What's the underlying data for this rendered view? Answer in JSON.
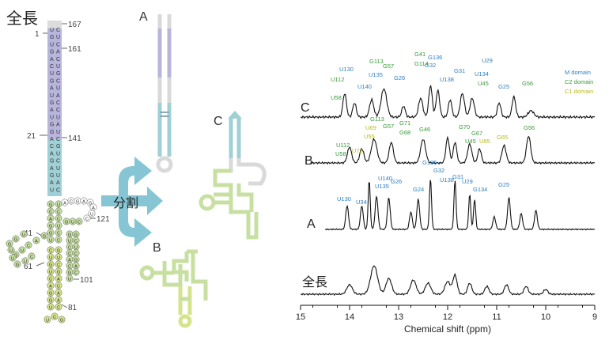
{
  "left_panel": {
    "title": "全長",
    "split_label": "分割",
    "fragment_labels": [
      "A",
      "B",
      "C"
    ],
    "position_markers": [
      "1",
      "167",
      "161",
      "21",
      "141",
      "121",
      "41",
      "61",
      "101",
      "81"
    ],
    "stem_seq_left": "UGUGACUGAUGAUGGACAGAGAU",
    "stem_seq_right": "CUCACUGCUACCUAUCGUCUUAC",
    "loop_seq": "ACGAGAUCCUGGUCCACGUGCUCGACUGUGGUUGUCCGUUGCUGCA",
    "colors": {
      "m_domain": "#b7b5dc",
      "c2_domain": "#9fd0d6",
      "c1_domain": "#c7e0a2",
      "c1b_domain": "#d5e48c",
      "gray_tip": "#d9d9d9",
      "arrow": "#86c6d4"
    }
  },
  "spectra_panel": {
    "x_axis_title": "Chemical shift (ppm)",
    "x_ticks": [
      "15",
      "14",
      "13",
      "12",
      "11",
      "10",
      "9"
    ],
    "spectrum_labels": [
      "C",
      "B",
      "A",
      "全長"
    ],
    "legend": [
      {
        "label": "M domain",
        "color": "#2f7fc1"
      },
      {
        "label": "C2 domain",
        "color": "#3a9a3a"
      },
      {
        "label": "C1 domain",
        "color": "#b8b820"
      }
    ],
    "peak_labels_C": [
      "U130",
      "U112",
      "U58",
      "U135",
      "U140",
      "G113",
      "G57",
      "G26",
      "G41",
      "G114",
      "G136",
      "G32",
      "U138",
      "U29",
      "G31",
      "U134",
      "U45",
      "G25",
      "G56"
    ],
    "peak_labels_B": [
      "G113",
      "U69",
      "G57",
      "U55",
      "G71",
      "G68",
      "U112",
      "U72",
      "U58",
      "G46",
      "G70",
      "G67",
      "U45",
      "U85",
      "G65",
      "G56"
    ],
    "peak_labels_A": [
      "U140",
      "G136",
      "U130",
      "U34",
      "U135",
      "G26",
      "G24",
      "G32",
      "U138",
      "G31",
      "U29",
      "G134",
      "G25"
    ]
  }
}
